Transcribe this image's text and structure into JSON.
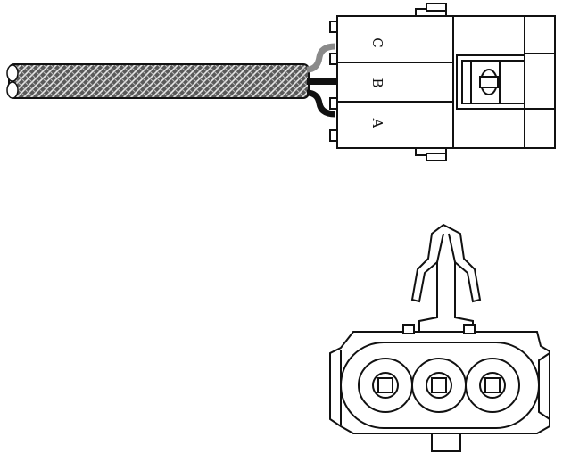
{
  "connector": {
    "pins": [
      {
        "label": "C",
        "wire_color": "#8a8a8a"
      },
      {
        "label": "B",
        "wire_color": "#111111"
      },
      {
        "label": "A",
        "wire_color": "#111111"
      }
    ]
  },
  "colors": {
    "outline": "#111111",
    "cable_braid": "#555555",
    "background": "#ffffff"
  }
}
